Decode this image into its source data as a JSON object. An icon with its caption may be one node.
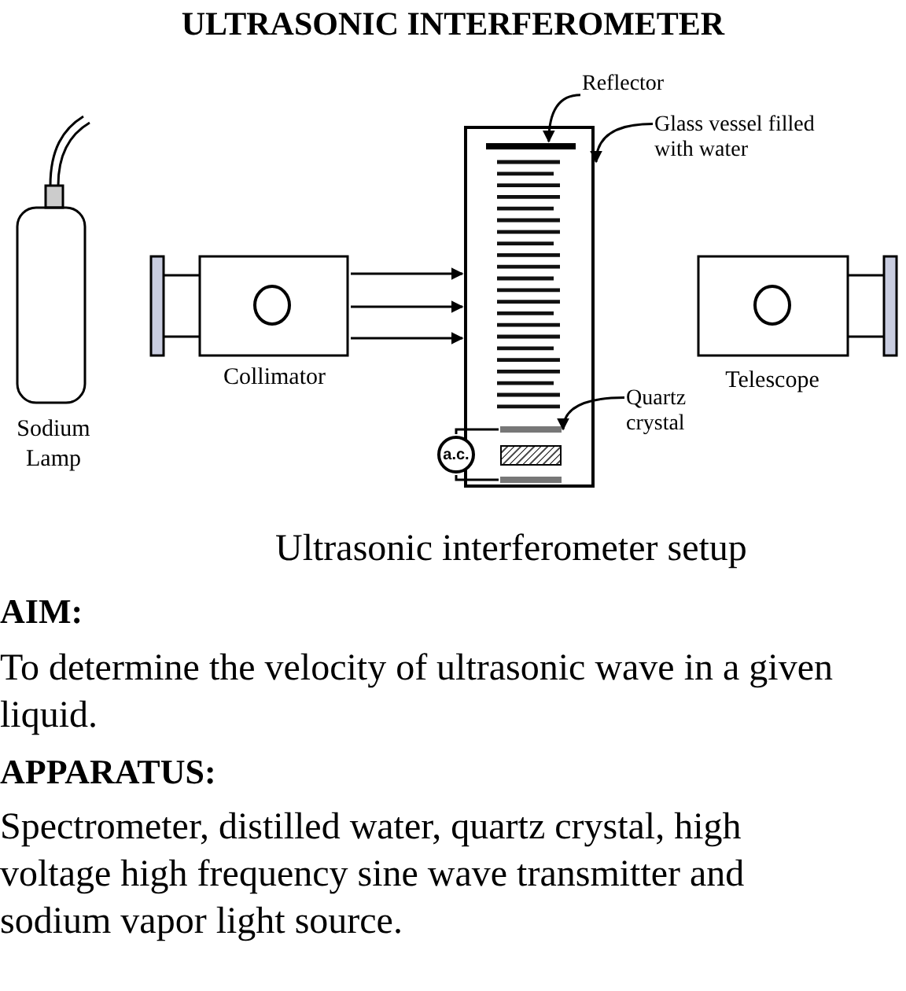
{
  "diagram": {
    "title": "ULTRASONIC INTERFEROMETER",
    "caption": "Ultrasonic interferometer setup",
    "nodes": [
      {
        "text": [],
        "shape": "box"
      },
      {
        "text": [],
        "shape": "bar",
        "in": 0
      },
      {
        "text": [],
        "shape": "bar",
        "in": 0
      },
      {
        "text": [],
        "shape": "box",
        "in": 0
      },
      {
        "text": [],
        "shape": "bar",
        "in": 0
      },
      {
        "text": [
          "a.c."
        ]
      },
      {
        "text": [
          "Reflector"
        ]
      },
      {
        "text": [
          "Glass vessel filled with water"
        ]
      },
      {
        "text": [
          "Quartz crystal"
        ]
      },
      {
        "text": [
          "Collimator"
        ]
      },
      {
        "text": [
          "Telescope"
        ]
      },
      {
        "text": [
          "Sodium Lamp"
        ]
      }
    ],
    "edges": [
      {
        "from": 6,
        "to": 1,
        "arrow": "to"
      },
      {
        "from": 7,
        "to": 0,
        "arrow": "to"
      },
      {
        "from": 8,
        "to": 2,
        "arrow": "to"
      },
      {
        "from": 9,
        "to": 0,
        "arrow": "to"
      },
      {
        "from": 9,
        "to": 0,
        "arrow": "to"
      },
      {
        "from": 9,
        "to": 0,
        "arrow": "to"
      },
      {
        "from": 5,
        "to": 2,
        "arrow": "none"
      },
      {
        "from": 5,
        "to": 4,
        "arrow": "none"
      }
    ],
    "labels": [
      "AIM:",
      "To determine the velocity of ultrasonic wave in a given liquid.",
      "APPARATUS:",
      "Spectrometer, distilled water, quartz crystal, high voltage high frequency sine wave transmitter and sodium vapor light source."
    ]
  }
}
